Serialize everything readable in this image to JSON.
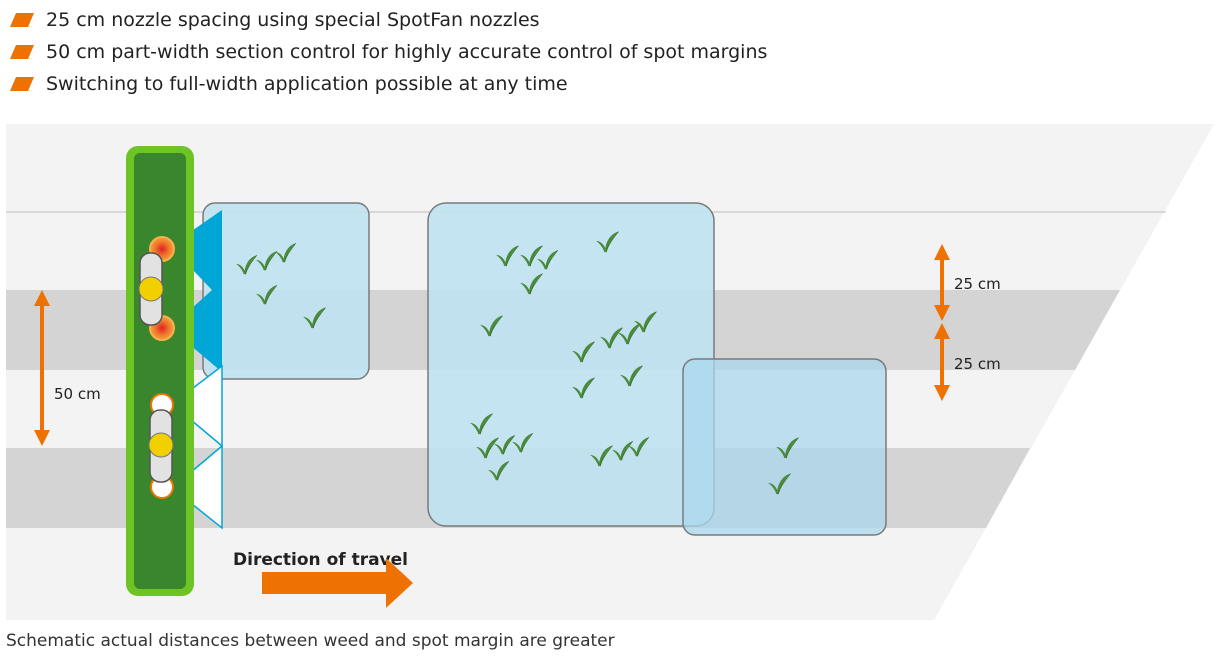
{
  "bullets": [
    {
      "text": "25 cm nozzle spacing using special SpotFan nozzles"
    },
    {
      "text": "50 cm part-width section control for highly accurate control of spot margins"
    },
    {
      "text": "Switching to full-width application possible at any time"
    }
  ],
  "diagram": {
    "label_25cm_top": "25 cm",
    "label_25cm_bottom": "25 cm",
    "label_50cm": "50 cm",
    "direction_label": "Direction of travel"
  },
  "caption": "Schematic actual distances between weed and spot margin are greater",
  "colors": {
    "accent_orange": "#ee7202",
    "boom_green": "#3a862d",
    "boom_border": "#6cc425",
    "spray_blue": "#00a6d6",
    "spot_fill": "#bfe2f2",
    "band_gray": "#d4d4d4",
    "weed_green": "#4a8a3a"
  }
}
